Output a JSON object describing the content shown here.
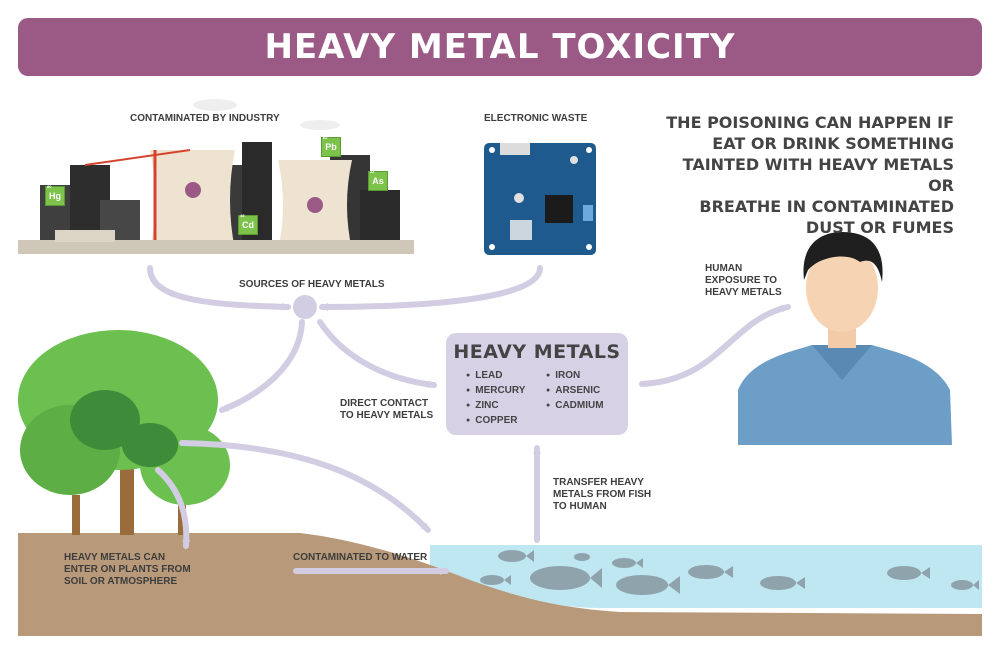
{
  "title": "HEAVY METAL TOXICITY",
  "labels": {
    "industry": "CONTAMINATED BY INDUSTRY",
    "ewaste": "ELECTRONIC WASTE",
    "sources": "SOURCES OF HEAVY METALS",
    "direct_contact_1": "DIRECT CONTACT",
    "direct_contact_2": "TO HEAVY METALS",
    "human_exposure_1": "HUMAN",
    "human_exposure_2": "EXPOSURE TO",
    "human_exposure_3": "HEAVY METALS",
    "transfer_1": "TRANSFER HEAVY",
    "transfer_2": "METALS FROM FISH",
    "transfer_3": "TO HUMAN",
    "plants_1": "HEAVY METALS CAN",
    "plants_2": "ENTER ON PLANTS FROM",
    "plants_3": "SOIL OR ATMOSPHERE",
    "water": "CONTAMINATED TO WATER"
  },
  "poison_text": [
    "THE POISONING CAN HAPPEN IF",
    "EAT OR DRINK SOMETHING",
    "TAINTED WITH HEAVY METALS OR",
    "BREATHE IN CONTAMINATED",
    "DUST OR FUMES"
  ],
  "metals_box": {
    "title": "HEAVY METALS",
    "col1": [
      "LEAD",
      "MERCURY",
      "ZINC",
      "COPPER"
    ],
    "col2": [
      "IRON",
      "ARSENIC",
      "CADMIUM"
    ]
  },
  "element_badges": [
    {
      "symbol": "Hg",
      "number": "80"
    },
    {
      "symbol": "Pb",
      "number": "82"
    },
    {
      "symbol": "As",
      "number": "33"
    },
    {
      "symbol": "Cd",
      "number": "48"
    }
  ],
  "colors": {
    "banner": "#9b5a86",
    "arrow": "#d2cde2",
    "metals_box": "#d7d1e6",
    "water": "#bfe7f1",
    "soil": "#b89a7b",
    "tree_dark": "#3e8b3a",
    "tree_light": "#6cc04f",
    "shirt": "#6c9ec8",
    "pcb": "#1f5a8e"
  }
}
